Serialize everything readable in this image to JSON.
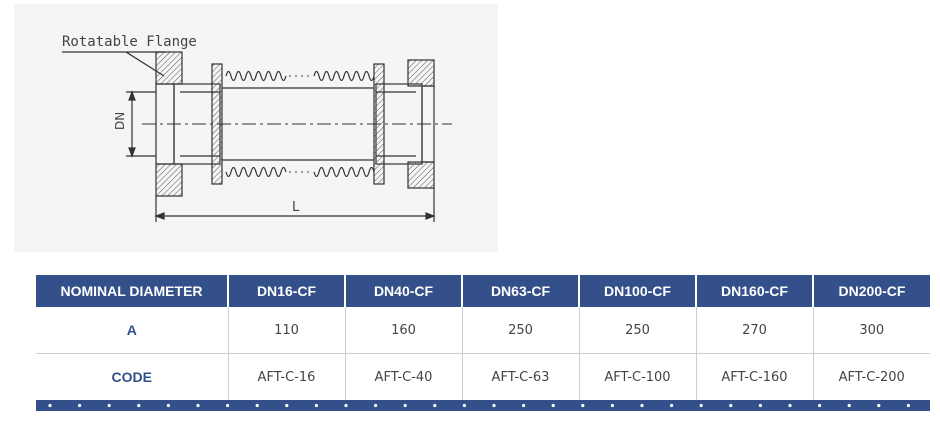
{
  "drawing": {
    "flange_callout": "Rotatable Flange",
    "dimension_dn": "DN",
    "dimension_length": "L"
  },
  "table": {
    "header": {
      "first": "NOMINAL DIAMETER",
      "sizes": [
        "DN16-CF",
        "DN40-CF",
        "DN63-CF",
        "DN100-CF",
        "DN160-CF",
        "DN200-CF"
      ]
    },
    "rows": [
      {
        "label": "A",
        "values": [
          "110",
          "160",
          "250",
          "250",
          "270",
          "300"
        ]
      },
      {
        "label": "CODE",
        "values": [
          "AFT-C-16",
          "AFT-C-40",
          "AFT-C-63",
          "AFT-C-100",
          "AFT-C-160",
          "AFT-C-200"
        ]
      }
    ]
  },
  "colors": {
    "header_bg": "#34508a",
    "label_text": "#34508a",
    "drawing_line": "#333333",
    "panel_bg": "#f5f5f5"
  }
}
